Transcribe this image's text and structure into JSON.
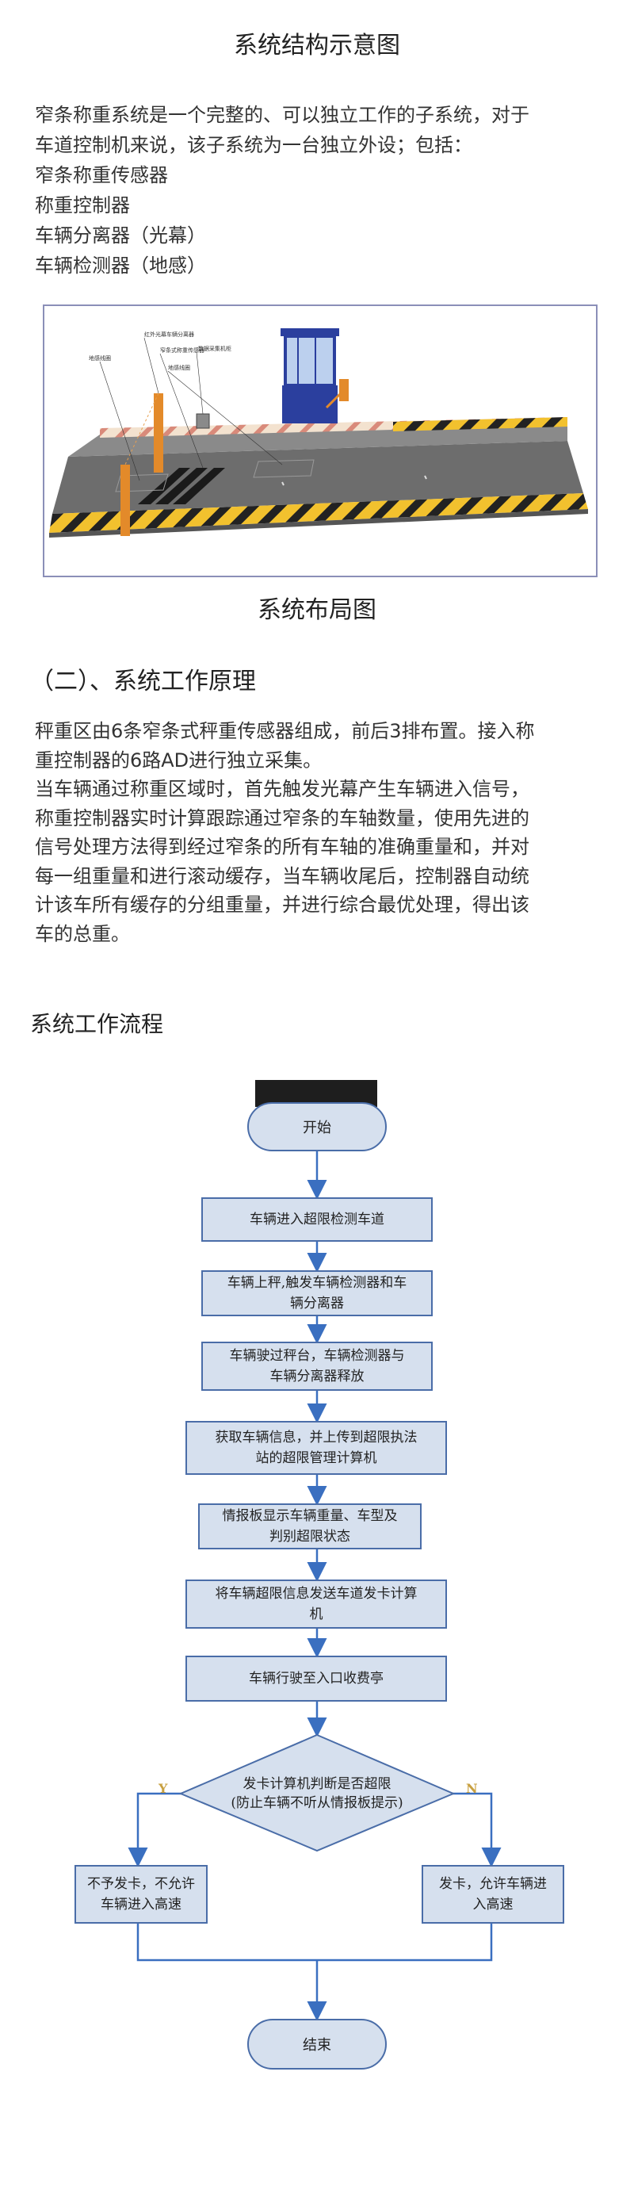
{
  "page": {
    "title": "系统结构示意图",
    "intro": [
      "窄条称重系统是一个完整的、可以独立工作的子系统，对于",
      "车道控制机来说，该子系统为一台独立外设；包括：",
      "窄条称重传感器",
      "称重控制器",
      "车辆分离器（光幕）",
      "车辆检测器（地感）"
    ],
    "layout_caption": "系统布局图",
    "section_heading": "（二）、系统工作原理",
    "principle": [
      "秤重区由6条窄条式秤重传感器组成，前后3排布置。接入称",
      "重控制器的6路AD进行独立采集。",
      "当车辆通过称重区域时，首先触发光幕产生车辆进入信号，",
      "称重控制器实时计算跟踪通过窄条的车轴数量，使用先进的",
      "信号处理方法得到经过窄条的所有车轴的准确重量和，并对",
      "每一组重量和进行滚动缓存，当车辆收尾后，控制器自动统",
      "计该车所有缓存的分组重量，并进行综合最优处理，得出该",
      "车的总重。"
    ],
    "flow_heading": "系统工作流程"
  },
  "diagram": {
    "labels": {
      "light_curtain": "红外光幕车辆分离器",
      "strip_sensor": "窄条式称重传感器",
      "data_collector": "数据采集机柜",
      "loop_left": "地感线圈",
      "loop_right": "地感线圈"
    }
  },
  "flowchart": {
    "start": "开始",
    "steps": [
      [
        "车辆进入超限检测车道"
      ],
      [
        "车辆上秤,触发车辆检测器和车",
        "辆分离器"
      ],
      [
        "车辆驶过秤台，车辆检测器与",
        "车辆分离器释放"
      ],
      [
        "获取车辆信息，并上传到超限执法",
        "站的超限管理计算机"
      ],
      [
        "情报板显示车辆重量、车型及",
        "判别超限状态"
      ],
      [
        "将车辆超限信息发送车道发卡计算",
        "机"
      ],
      [
        "车辆行驶至入口收费亭"
      ]
    ],
    "decision": [
      "发卡计算机判断是否超限",
      "(防止车辆不听从情报板提示)"
    ],
    "yes_label": "Y",
    "no_label": "N",
    "yes_box": [
      "不予发卡，不允许",
      "车辆进入高速"
    ],
    "no_box": [
      "发卡，允许车辆进",
      "入高速"
    ],
    "end": "结束"
  },
  "colors": {
    "flow_fill": "#d6e0ee",
    "flow_border": "#4a6da8",
    "arrow": "#3a6fc0",
    "caution_yellow": "#f2c12e",
    "booth_blue": "#2b3f9e",
    "bollard_orange": "#e38a2a"
  }
}
